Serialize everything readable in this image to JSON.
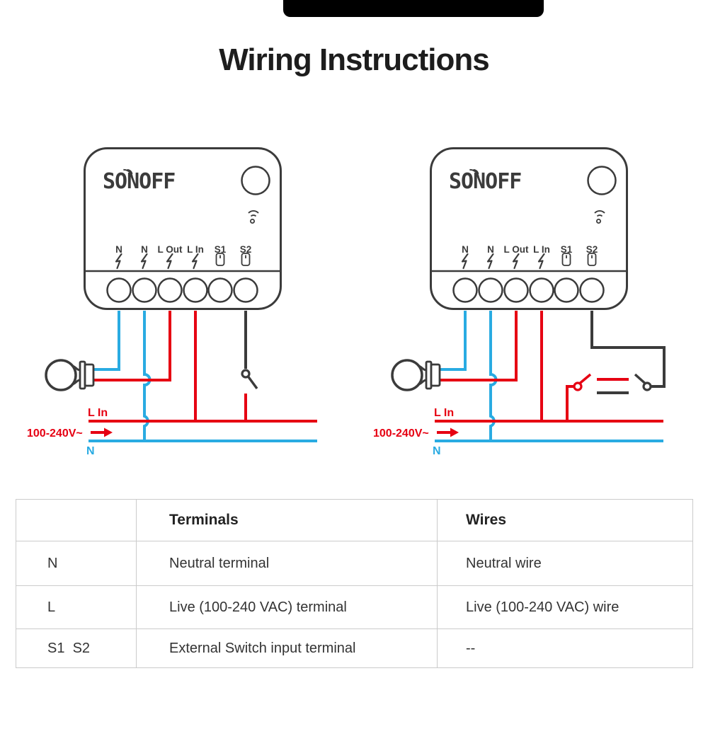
{
  "page": {
    "title": "Wiring Instructions"
  },
  "brand": "SONOFF",
  "device": {
    "terminals": [
      "N",
      "N",
      "L Out",
      "L In",
      "S1",
      "S2"
    ]
  },
  "diagram": {
    "l_in": "L In",
    "voltage": "100-240V~",
    "n": "N"
  },
  "colors": {
    "live": "#e60012",
    "neutral": "#29abe2",
    "dark": "#3b3b3b",
    "table_border": "#cbcbcb",
    "top_bar": "#000000"
  },
  "table": {
    "headers": [
      "",
      "Terminals",
      "Wires"
    ],
    "rows": [
      {
        "terminal": "N",
        "description": "Neutral terminal",
        "wire": "Neutral wire"
      },
      {
        "terminal": "L",
        "description": "Live (100-240 VAC) terminal",
        "wire": "Live (100-240 VAC) wire"
      },
      {
        "terminal": "S1  S2",
        "description": "External Switch input terminal",
        "wire": "--"
      }
    ]
  }
}
